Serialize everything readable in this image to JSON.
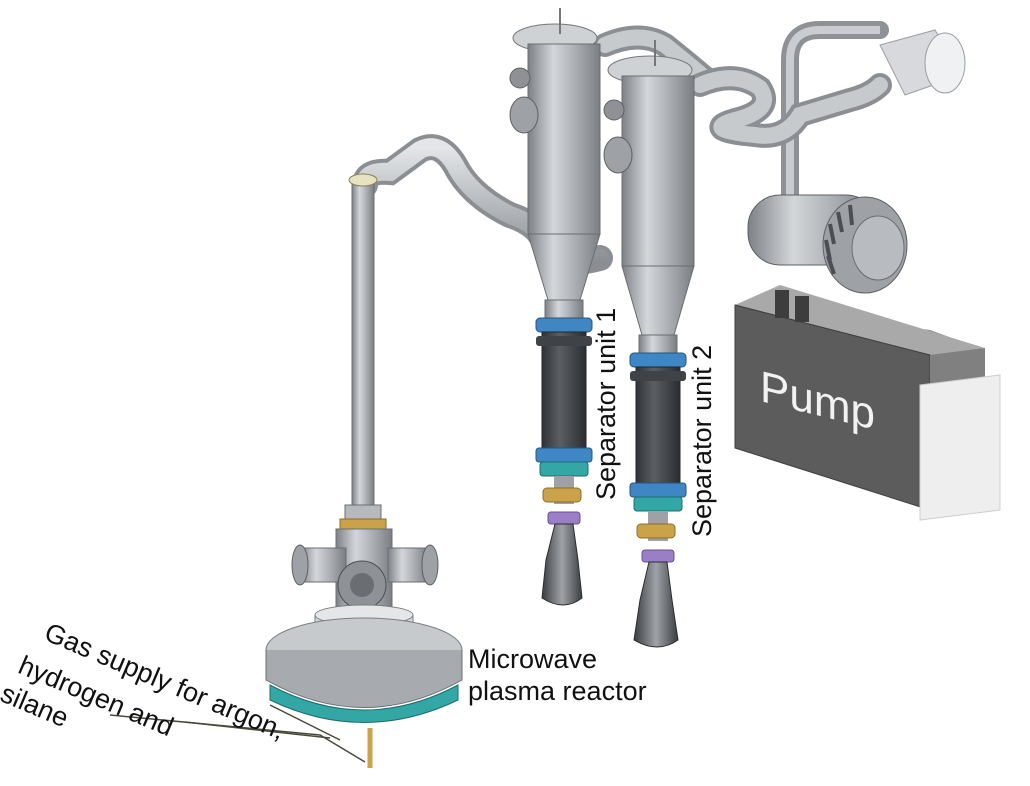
{
  "labels": {
    "pump": "Pump",
    "separator_1": "Separator unit 1",
    "separator_2": "Separator unit 2",
    "reactor_line1": "Microwave",
    "reactor_line2": "plasma reactor",
    "gas_line1": "Gas supply for argon,",
    "gas_line2": "hydrogen and",
    "gas_line3": "silane"
  },
  "colors": {
    "metal": "#b9bcc0",
    "metal_dark": "#6f7377",
    "pump_body": "#5e5e5e",
    "flange_blue": "#3f86c4",
    "teal": "#33a6a6",
    "brass": "#c9a24a",
    "background": "#ffffff"
  }
}
